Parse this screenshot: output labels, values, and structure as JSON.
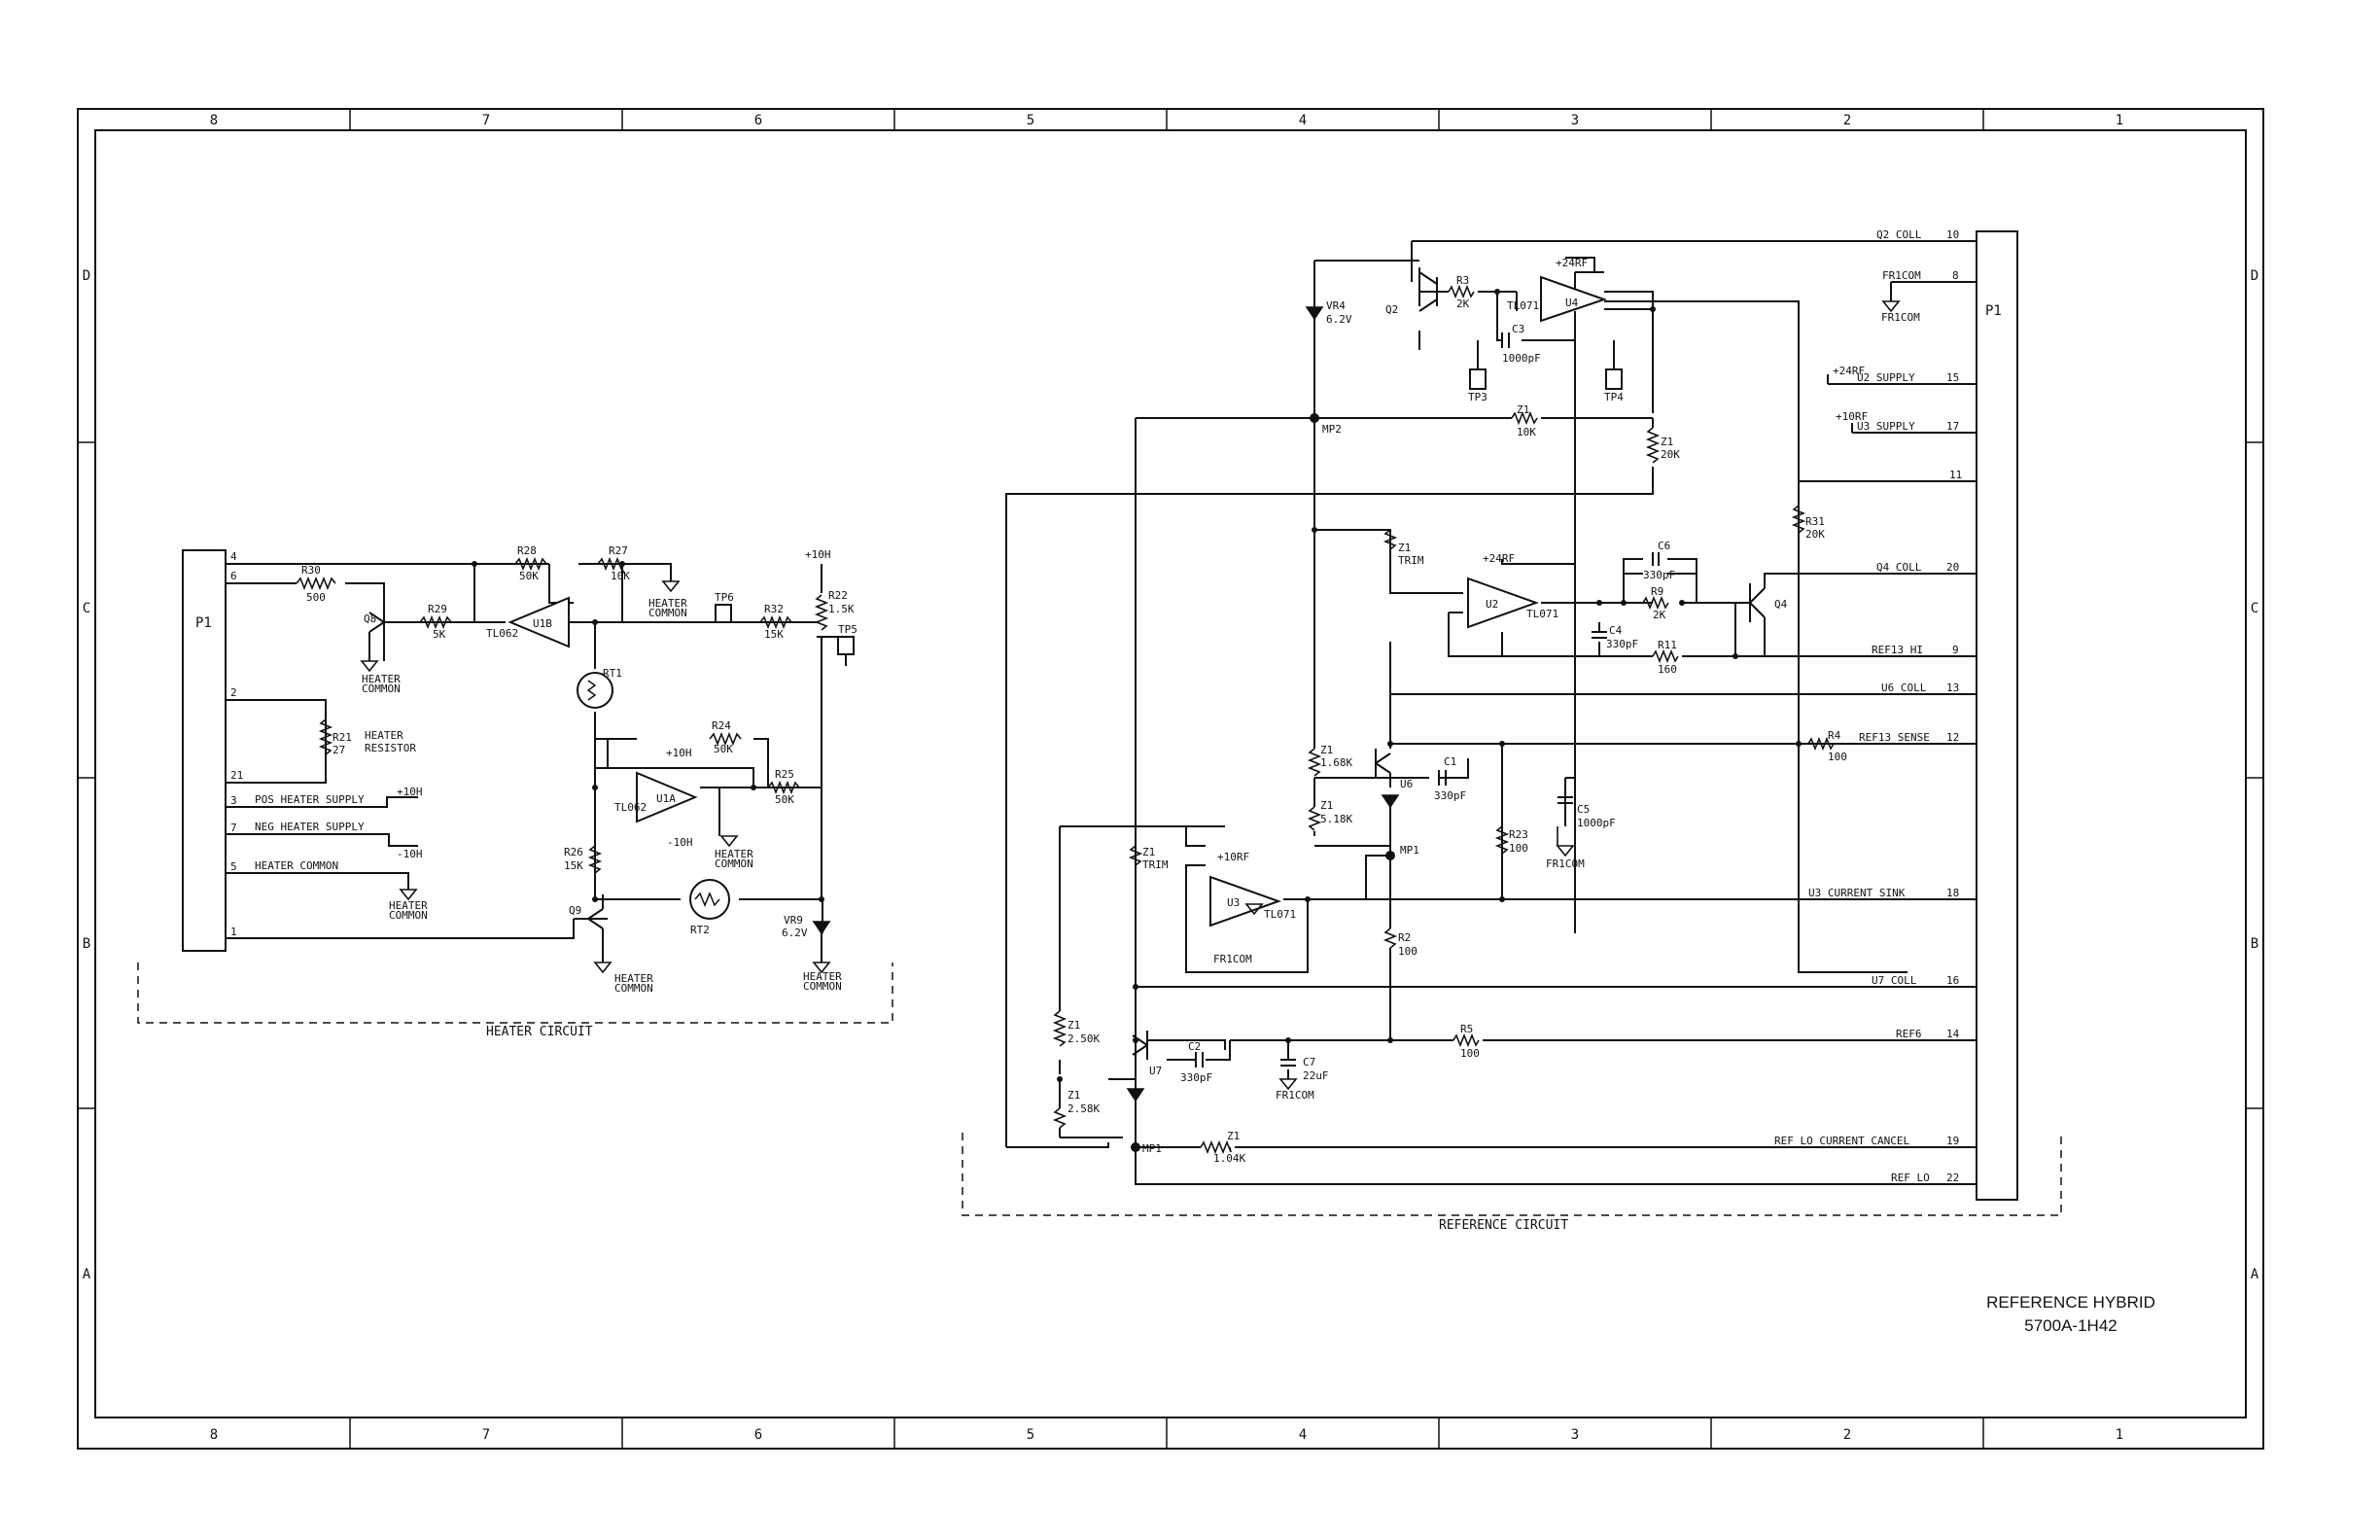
{
  "zones": {
    "columns": [
      "8",
      "7",
      "6",
      "5",
      "4",
      "3",
      "2",
      "1"
    ],
    "rows": [
      "D",
      "C",
      "B",
      "A"
    ]
  },
  "title_block": {
    "title": "REFERENCE HYBRID",
    "part": "5700A-1H42"
  },
  "heater": {
    "section_label": "HEATER CIRCUIT",
    "connector": "P1",
    "pins": [
      {
        "num": "4",
        "net": ""
      },
      {
        "num": "6",
        "net": ""
      },
      {
        "num": "2",
        "net": ""
      },
      {
        "num": "21",
        "net": ""
      },
      {
        "num": "3",
        "net": "POS HEATER SUPPLY"
      },
      {
        "num": "7",
        "net": "NEG HEATER SUPPLY"
      },
      {
        "num": "5",
        "net": "HEATER COMMON"
      },
      {
        "num": "1",
        "net": ""
      }
    ],
    "parts": {
      "r30": {
        "ref": "R30",
        "val": "500"
      },
      "r28": {
        "ref": "R28",
        "val": "50K"
      },
      "r27": {
        "ref": "R27",
        "val": "10K"
      },
      "r29": {
        "ref": "R29",
        "val": "5K"
      },
      "r22": {
        "ref": "R22",
        "val": "1.5K"
      },
      "r32": {
        "ref": "R32",
        "val": "15K"
      },
      "r21": {
        "ref": "R21",
        "val": "27"
      },
      "r24": {
        "ref": "R24",
        "val": "50K"
      },
      "r25": {
        "ref": "R25",
        "val": "50K"
      },
      "r26": {
        "ref": "R26",
        "val": "15K"
      },
      "q8": "Q8",
      "q9": "Q9",
      "rt1": "RT1",
      "rt2": "RT2",
      "u1b": {
        "ref": "U1B",
        "type": "TL062"
      },
      "u1a": {
        "ref": "U1A",
        "type": "TL062"
      },
      "vr9": {
        "ref": "VR9",
        "val": "6.2V"
      },
      "tp5": "TP5",
      "tp6": "TP6"
    },
    "labels": {
      "heater_resistor_1": "HEATER",
      "heater_resistor_2": "RESISTOR",
      "heater": "HEATER",
      "common": "COMMON",
      "plus10h": "+10H",
      "minus10h": "-10H"
    }
  },
  "reference": {
    "section_label": "REFERENCE CIRCUIT",
    "connector": "P1",
    "pins": [
      {
        "num": "10",
        "net": "Q2 COLL"
      },
      {
        "num": "8",
        "net": "FR1COM"
      },
      {
        "num": "15",
        "net": "U2 SUPPLY"
      },
      {
        "num": "17",
        "net": "U3 SUPPLY"
      },
      {
        "num": "11",
        "net": ""
      },
      {
        "num": "20",
        "net": "Q4 COLL"
      },
      {
        "num": "9",
        "net": "REF13 HI"
      },
      {
        "num": "13",
        "net": "U6 COLL"
      },
      {
        "num": "12",
        "net": "REF13 SENSE"
      },
      {
        "num": "18",
        "net": "U3 CURRENT SINK"
      },
      {
        "num": "16",
        "net": "U7 COLL"
      },
      {
        "num": "14",
        "net": "REF6"
      },
      {
        "num": "19",
        "net": "REF LO CURRENT CANCEL"
      },
      {
        "num": "22",
        "net": "REF LO"
      }
    ],
    "parts": {
      "vr4": {
        "ref": "VR4",
        "val": "6.2V"
      },
      "q2": "Q2",
      "q4": "Q4",
      "r3": {
        "ref": "R3",
        "val": "2K"
      },
      "u4": {
        "ref": "U4",
        "type": "TL071"
      },
      "c3": {
        "ref": "C3",
        "val": "1000pF"
      },
      "tp3": "TP3",
      "tp4": "TP4",
      "mp2": "MP2",
      "z1_10k": {
        "ref": "Z1",
        "val": "10K"
      },
      "z1_20k": {
        "ref": "Z1",
        "val": "20K"
      },
      "r31": {
        "ref": "R31",
        "val": "20K"
      },
      "z1_trim": {
        "ref": "Z1",
        "val": "TRIM"
      },
      "u2": {
        "ref": "U2",
        "type": "TL071"
      },
      "c6": {
        "ref": "C6",
        "val": "330pF"
      },
      "r9": {
        "ref": "R9",
        "val": "2K"
      },
      "c4": {
        "ref": "C4",
        "val": "330pF"
      },
      "r11": {
        "ref": "R11",
        "val": "160"
      },
      "z1_168k": {
        "ref": "Z1",
        "val": "1.68K"
      },
      "u6": "U6",
      "c1": {
        "ref": "C1",
        "val": "330pF"
      },
      "r4": {
        "ref": "R4",
        "val": "100"
      },
      "z1_518k": {
        "ref": "Z1",
        "val": "5.18K"
      },
      "mp1": "MP1",
      "r23": {
        "ref": "R23",
        "val": "100"
      },
      "c5": {
        "ref": "C5",
        "val": "1000pF"
      },
      "z1_trim2": {
        "ref": "Z1",
        "val": "TRIM"
      },
      "u3": {
        "ref": "U3",
        "type": "TL071"
      },
      "r2": {
        "ref": "R2",
        "val": "100"
      },
      "z1_250k": {
        "ref": "Z1",
        "val": "2.50K"
      },
      "u7": "U7",
      "c2": {
        "ref": "C2",
        "val": "330pF"
      },
      "c7": {
        "ref": "C7",
        "val": "22uF"
      },
      "r5": {
        "ref": "R5",
        "val": "100"
      },
      "z1_258k": {
        "ref": "Z1",
        "val": "2.58K"
      },
      "z1_104k": {
        "ref": "Z1",
        "val": "1.04K"
      }
    },
    "labels": {
      "plus24rf": "+24RF",
      "plus10rf": "+10RF",
      "fr1com": "FR1COM"
    }
  }
}
